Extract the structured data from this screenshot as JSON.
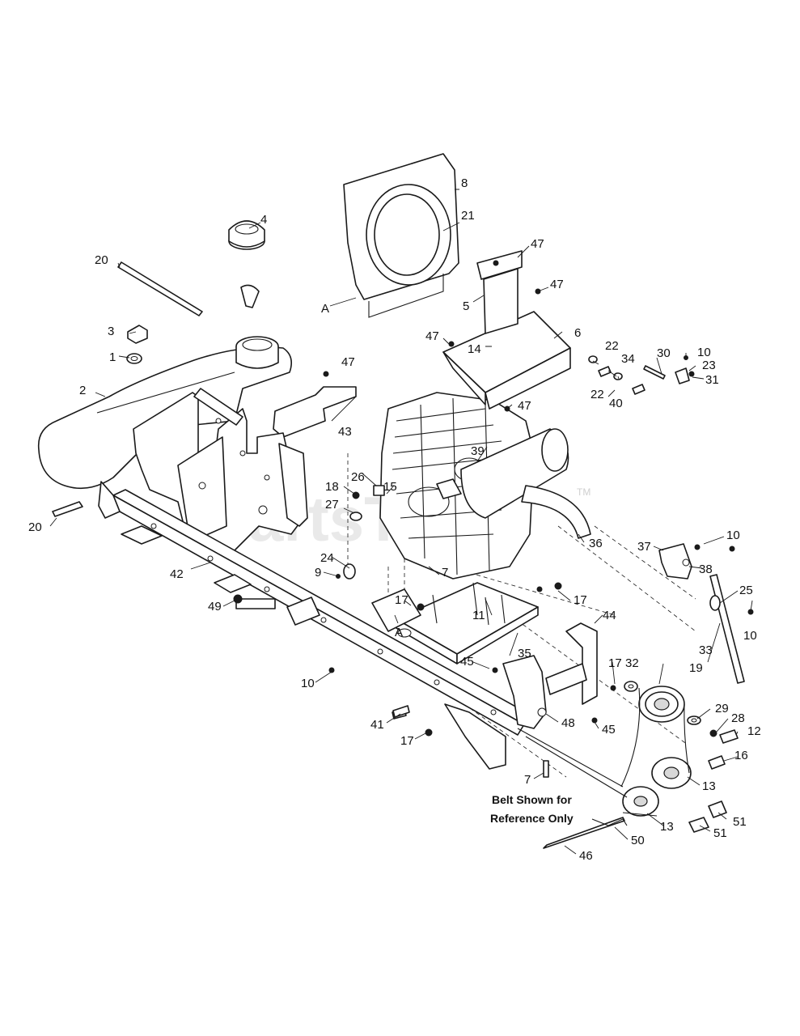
{
  "watermark": {
    "text": "PartsTree",
    "tm": "TM"
  },
  "note": {
    "line1": "Belt Shown for",
    "line2": "Reference Only"
  },
  "callouts": [
    {
      "label": "8"
    },
    {
      "label": "21"
    },
    {
      "label": "4"
    },
    {
      "label": "47"
    },
    {
      "label": "47"
    },
    {
      "label": "20"
    },
    {
      "label": "A"
    },
    {
      "label": "5"
    },
    {
      "label": "6"
    },
    {
      "label": "3"
    },
    {
      "label": "47"
    },
    {
      "label": "14"
    },
    {
      "label": "1"
    },
    {
      "label": "22"
    },
    {
      "label": "34"
    },
    {
      "label": "30"
    },
    {
      "label": "10"
    },
    {
      "label": "23"
    },
    {
      "label": "31"
    },
    {
      "label": "2"
    },
    {
      "label": "47"
    },
    {
      "label": "22"
    },
    {
      "label": "40"
    },
    {
      "label": "47"
    },
    {
      "label": "43"
    },
    {
      "label": "39"
    },
    {
      "label": "26"
    },
    {
      "label": "18"
    },
    {
      "label": "15"
    },
    {
      "label": "27"
    },
    {
      "label": "20"
    },
    {
      "label": "36"
    },
    {
      "label": "10"
    },
    {
      "label": "37"
    },
    {
      "label": "38"
    },
    {
      "label": "24"
    },
    {
      "label": "42"
    },
    {
      "label": "9"
    },
    {
      "label": "7"
    },
    {
      "label": "25"
    },
    {
      "label": "17"
    },
    {
      "label": "17"
    },
    {
      "label": "49"
    },
    {
      "label": "11"
    },
    {
      "label": "A"
    },
    {
      "label": "10"
    },
    {
      "label": "44"
    },
    {
      "label": "33"
    },
    {
      "label": "35"
    },
    {
      "label": "45"
    },
    {
      "label": "17"
    },
    {
      "label": "32"
    },
    {
      "label": "19"
    },
    {
      "label": "10"
    },
    {
      "label": "29"
    },
    {
      "label": "41"
    },
    {
      "label": "48"
    },
    {
      "label": "28"
    },
    {
      "label": "45"
    },
    {
      "label": "12"
    },
    {
      "label": "17"
    },
    {
      "label": "16"
    },
    {
      "label": "7"
    },
    {
      "label": "13"
    },
    {
      "label": "51"
    },
    {
      "label": "13"
    },
    {
      "label": "51"
    },
    {
      "label": "50"
    },
    {
      "label": "46"
    }
  ]
}
